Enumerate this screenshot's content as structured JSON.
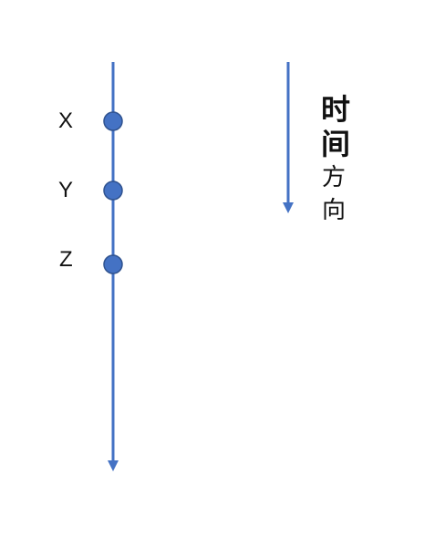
{
  "nodes": [
    {
      "label": "X"
    },
    {
      "label": "Y"
    },
    {
      "label": "Z"
    }
  ],
  "time_caption": {
    "chars": [
      "时",
      "间",
      "方",
      "向"
    ]
  },
  "colors": {
    "line": "#4472c4",
    "node_fill": "#4472c4",
    "node_stroke": "#2f528f",
    "text": "#111111"
  },
  "icons": {
    "main_axis_arrowhead": "arrow-down-icon",
    "time_axis_arrowhead": "arrow-down-icon"
  }
}
